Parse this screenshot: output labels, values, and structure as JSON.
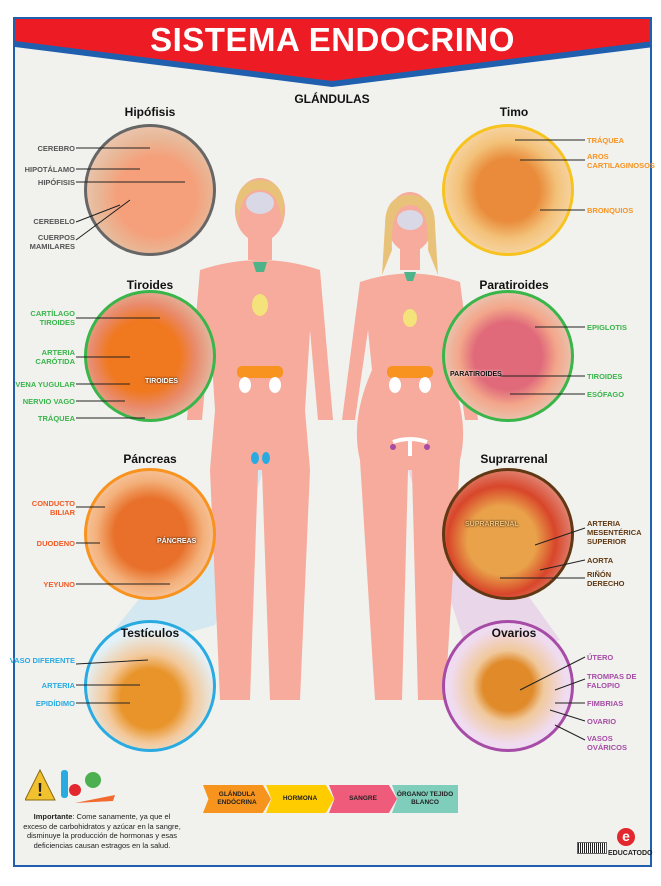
{
  "title": "SISTEMA ENDOCRINO",
  "subtitle": "GLÁNDULAS",
  "colors": {
    "banner": "#ed1c24",
    "stripe": "#1f5fae",
    "body": "#f6ab9c"
  },
  "glands": {
    "hipofisis": {
      "title": "Hipófisis",
      "color": "#666666",
      "labels": [
        "CEREBRO",
        "HIPOTÁLAMO",
        "HIPÓFISIS",
        "CEREBELO",
        "CUERPOS MAMILARES"
      ]
    },
    "timo": {
      "title": "Timo",
      "color": "#f7931e",
      "labels": [
        "TRÁQUEA",
        "AROS CARTILAGINOSOS",
        "BRONQUIOS"
      ]
    },
    "tiroides": {
      "title": "Tiroides",
      "color": "#39b54a",
      "labels": [
        "CARTÍLAGO TIROIDES",
        "ARTERIA CARÓTIDA",
        "VENA YUGULAR",
        "NERVIO VAGO",
        "TRÁQUEA"
      ],
      "inner": "TIROIDES"
    },
    "paratiroides": {
      "title": "Paratiroides",
      "color": "#39b54a",
      "labels": [
        "EPIGLOTIS",
        "TIROIDES",
        "ESÓFAGO"
      ],
      "inner": "PARATIROIDES"
    },
    "pancreas": {
      "title": "Páncreas",
      "color": "#f15a24",
      "labels": [
        "CONDUCTO BILIAR",
        "DUODENO",
        "YEYUNO"
      ],
      "inner": "PÁNCREAS"
    },
    "suprarrenal": {
      "title": "Suprarrenal",
      "color": "#603813",
      "labels": [
        "ARTERIA MESENTÉRICA SUPERIOR",
        "AORTA",
        "RIÑÓN DERECHO"
      ],
      "inner": "SUPRARRENAL"
    },
    "testiculos": {
      "title": "Testículos",
      "color": "#29abe2",
      "labels": [
        "VASO DIFERENTE",
        "ARTERIA",
        "EPIDÍDIMO"
      ]
    },
    "ovarios": {
      "title": "Ovarios",
      "color": "#a64ca6",
      "labels": [
        "ÚTERO",
        "TROMPAS DE FALOPIO",
        "FIMBRIAS",
        "OVARIO",
        "VASOS OVÁRICOS"
      ]
    }
  },
  "flow": [
    {
      "label": "GLÁNDULA ENDÓCRINA",
      "color": "#f7941d"
    },
    {
      "label": "HORMONA",
      "color": "#ffcc00"
    },
    {
      "label": "SANGRE",
      "color": "#ef5b7a"
    },
    {
      "label": "ÓRGANO/ TEJIDO BLANCO",
      "color": "#7fcdbb"
    }
  ],
  "note": {
    "bold": "Importante",
    "text": ": Come sanamente, ya que el exceso de carbohidratos y azúcar en la sangre, disminuye la producción de hormonas y esas deficiencias causan estragos en la salud."
  },
  "brand": "EDUCATODO"
}
